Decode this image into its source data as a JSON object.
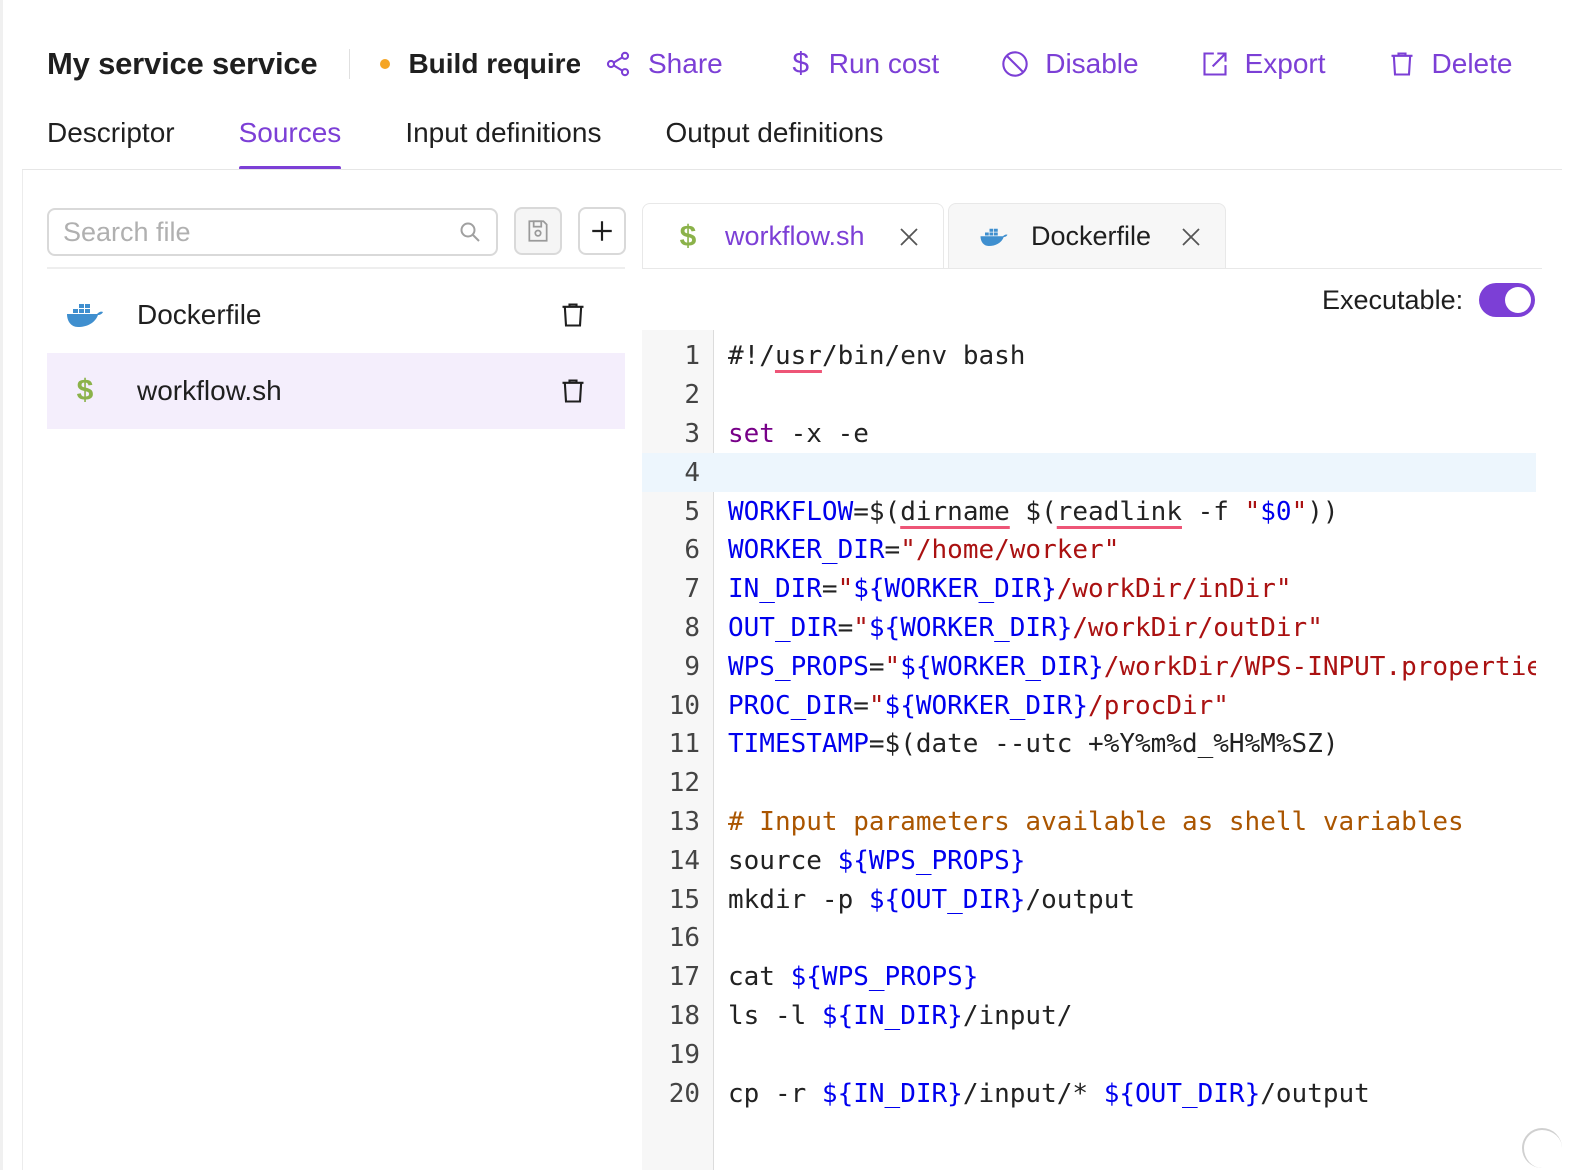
{
  "header": {
    "title": "My service service",
    "status": "Build required",
    "status_color": "#f5a524",
    "accent_color": "#7c3fd6",
    "actions": [
      {
        "label": "Share",
        "icon": "share-icon"
      },
      {
        "label": "Run cost",
        "icon": "dollar-icon"
      },
      {
        "label": "Disable",
        "icon": "disable-icon"
      },
      {
        "label": "Export",
        "icon": "export-icon"
      },
      {
        "label": "Delete",
        "icon": "trash-icon"
      }
    ]
  },
  "tabs": [
    {
      "label": "Descriptor",
      "active": false
    },
    {
      "label": "Sources",
      "active": true
    },
    {
      "label": "Input definitions",
      "active": false
    },
    {
      "label": "Output definitions",
      "active": false
    }
  ],
  "sidebar": {
    "search_placeholder": "Search file",
    "files": [
      {
        "name": "Dockerfile",
        "icon": "docker-icon",
        "selected": false
      },
      {
        "name": "workflow.sh",
        "icon": "dollar-icon",
        "selected": true
      }
    ]
  },
  "editor": {
    "open_tabs": [
      {
        "label": "workflow.sh",
        "icon": "dollar-icon",
        "active": true
      },
      {
        "label": "Dockerfile",
        "icon": "docker-icon",
        "active": false
      }
    ],
    "executable_label": "Executable:",
    "executable": true,
    "current_line": 4,
    "lines": [
      {
        "n": "1",
        "tokens": [
          [
            "plain",
            "#!/"
          ],
          [
            "plain spell",
            "usr"
          ],
          [
            "plain",
            "/bin/env bash"
          ]
        ]
      },
      {
        "n": "2",
        "tokens": []
      },
      {
        "n": "3",
        "tokens": [
          [
            "kw",
            "set"
          ],
          [
            "plain",
            " -x -e"
          ]
        ]
      },
      {
        "n": "4",
        "tokens": []
      },
      {
        "n": "5",
        "tokens": [
          [
            "var",
            "WORKFLOW"
          ],
          [
            "plain",
            "=$("
          ],
          [
            "plain spell",
            "dirname"
          ],
          [
            "plain",
            " $("
          ],
          [
            "plain spell",
            "readlink"
          ],
          [
            "plain",
            " -f "
          ],
          [
            "str",
            "\""
          ],
          [
            "var",
            "$0"
          ],
          [
            "str",
            "\""
          ],
          [
            "plain",
            "))"
          ]
        ]
      },
      {
        "n": "6",
        "tokens": [
          [
            "var",
            "WORKER_DIR"
          ],
          [
            "plain",
            "="
          ],
          [
            "str",
            "\"/home/worker\""
          ]
        ]
      },
      {
        "n": "7",
        "tokens": [
          [
            "var",
            "IN_DIR"
          ],
          [
            "plain",
            "="
          ],
          [
            "str",
            "\""
          ],
          [
            "var",
            "${WORKER_DIR}"
          ],
          [
            "str",
            "/workDir/inDir\""
          ]
        ]
      },
      {
        "n": "8",
        "tokens": [
          [
            "var",
            "OUT_DIR"
          ],
          [
            "plain",
            "="
          ],
          [
            "str",
            "\""
          ],
          [
            "var",
            "${WORKER_DIR}"
          ],
          [
            "str",
            "/workDir/outDir\""
          ]
        ]
      },
      {
        "n": "9",
        "tokens": [
          [
            "var",
            "WPS_PROPS"
          ],
          [
            "plain",
            "="
          ],
          [
            "str",
            "\""
          ],
          [
            "var",
            "${WORKER_DIR}"
          ],
          [
            "str",
            "/workDir/WPS-INPUT.properties\""
          ]
        ]
      },
      {
        "n": "10",
        "tokens": [
          [
            "var",
            "PROC_DIR"
          ],
          [
            "plain",
            "="
          ],
          [
            "str",
            "\""
          ],
          [
            "var",
            "${WORKER_DIR}"
          ],
          [
            "str",
            "/procDir\""
          ]
        ]
      },
      {
        "n": "11",
        "tokens": [
          [
            "var",
            "TIMESTAMP"
          ],
          [
            "plain",
            "=$(date --utc +%Y%m%d_%H%M%SZ)"
          ]
        ]
      },
      {
        "n": "12",
        "tokens": []
      },
      {
        "n": "13",
        "tokens": [
          [
            "cmt",
            "# Input parameters available as shell variables"
          ]
        ]
      },
      {
        "n": "14",
        "tokens": [
          [
            "plain",
            "source "
          ],
          [
            "var",
            "${WPS_PROPS}"
          ]
        ]
      },
      {
        "n": "15",
        "tokens": [
          [
            "plain",
            "mkdir -p "
          ],
          [
            "var",
            "${OUT_DIR}"
          ],
          [
            "plain",
            "/output"
          ]
        ]
      },
      {
        "n": "16",
        "tokens": []
      },
      {
        "n": "17",
        "tokens": [
          [
            "plain",
            "cat "
          ],
          [
            "var",
            "${WPS_PROPS}"
          ]
        ]
      },
      {
        "n": "18",
        "tokens": [
          [
            "plain",
            "ls -l "
          ],
          [
            "var",
            "${IN_DIR}"
          ],
          [
            "plain",
            "/input/"
          ]
        ]
      },
      {
        "n": "19",
        "tokens": []
      },
      {
        "n": "20",
        "tokens": [
          [
            "plain",
            "cp -r "
          ],
          [
            "var",
            "${IN_DIR}"
          ],
          [
            "plain",
            "/input/* "
          ],
          [
            "var",
            "${OUT_DIR}"
          ],
          [
            "plain",
            "/output"
          ]
        ]
      }
    ]
  }
}
